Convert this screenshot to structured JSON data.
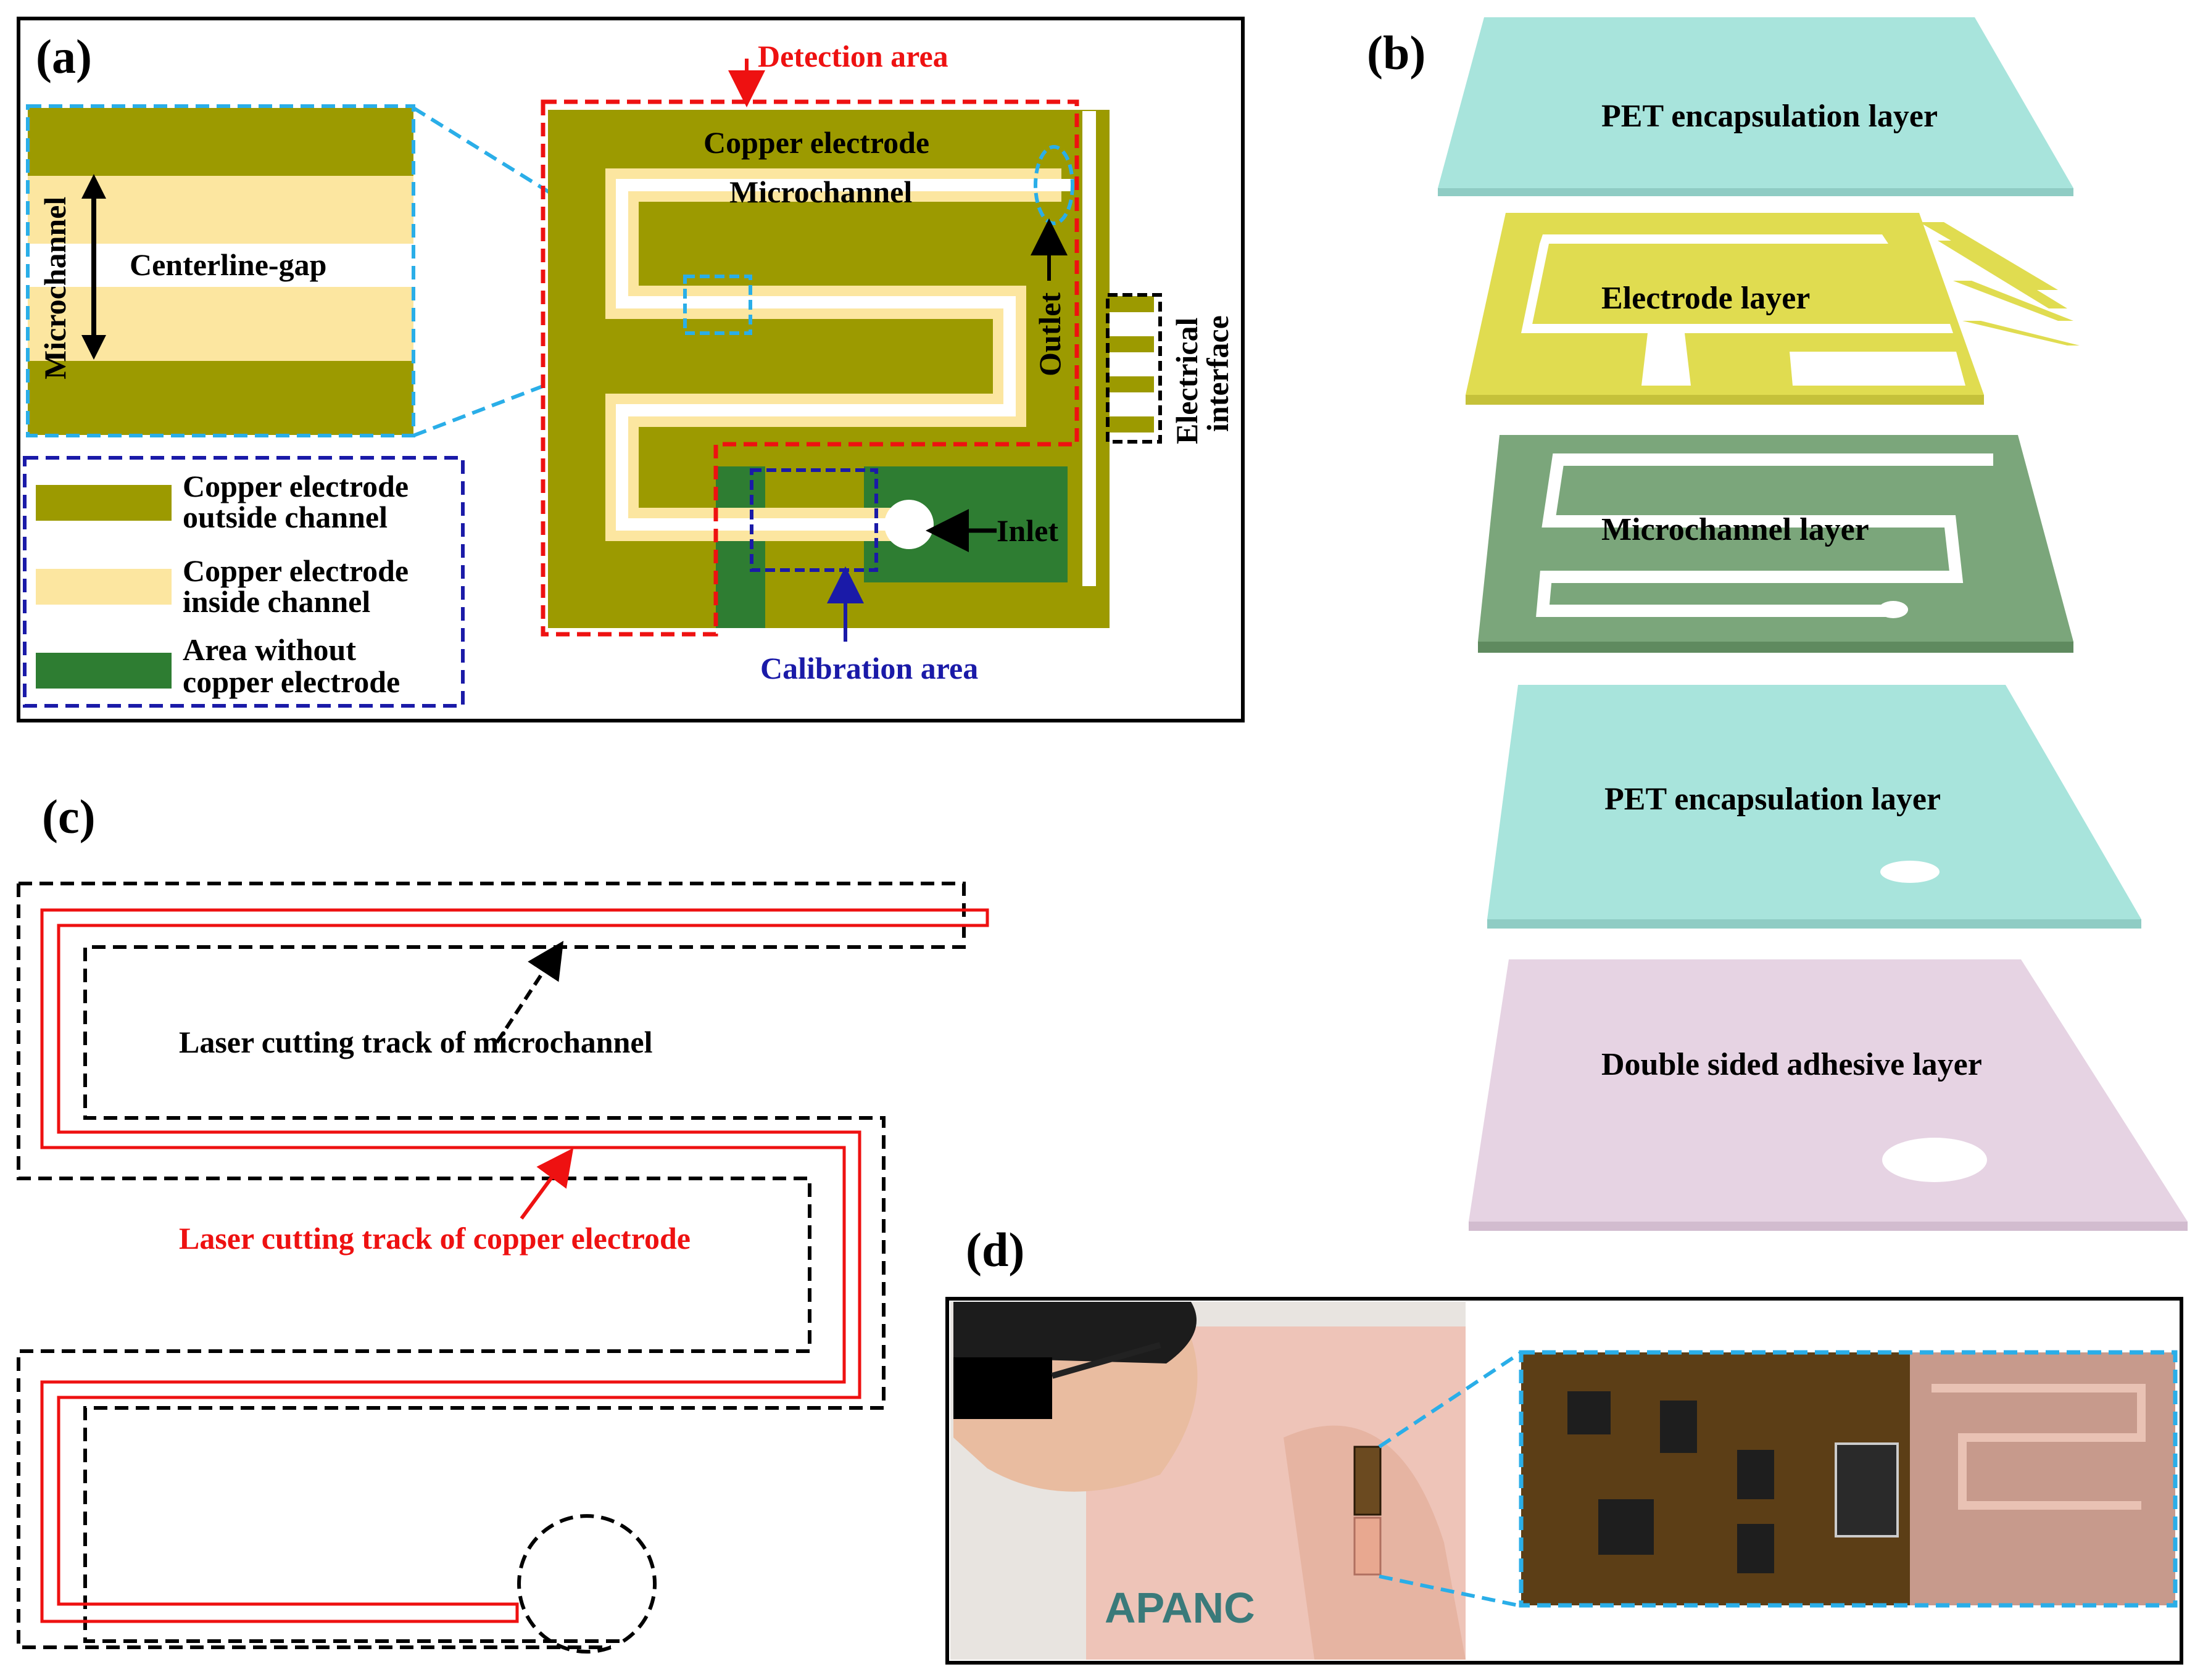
{
  "panels": {
    "a": {
      "label": "(a)",
      "detection_area": "Detection area",
      "copper_electrode": "Copper electrode",
      "microchannel": "Microchannel",
      "inset_microchannel": "Microchannel",
      "centerline_gap": "Centerline-gap",
      "outlet": "Outlet",
      "electrical_interface_line1": "Electrical",
      "electrical_interface_line2": "interface",
      "inlet": "Inlet",
      "calibration_area": "Calibration area",
      "legend": [
        {
          "line1": "Copper electrode",
          "line2": "outside channel",
          "color": "#9c9a00"
        },
        {
          "line1": "Copper electrode",
          "line2": "inside channel",
          "color": "#fce6a0"
        },
        {
          "line1": "Area without",
          "line2": "copper electrode",
          "color": "#2e7d32"
        }
      ]
    },
    "b": {
      "label": "(b)",
      "layers": [
        {
          "name": "PET encapsulation layer",
          "color": "#a8e4dc"
        },
        {
          "name": "Electrode layer",
          "color": "#e0dc50"
        },
        {
          "name": "Microchannel layer",
          "color": "#7ba67b"
        },
        {
          "name": "PET encapsulation layer",
          "color": "#a8e4dc"
        },
        {
          "name": "Double sided adhesive layer",
          "color": "#e6d3e3"
        }
      ]
    },
    "c": {
      "label": "(c)",
      "microchannel_track": "Laser cutting track of microchannel",
      "electrode_track": "Laser cutting track of copper electrode"
    },
    "d": {
      "label": "(d)",
      "shirt_text": "APANC"
    }
  },
  "colors": {
    "copper_outside": "#9c9a00",
    "copper_inside": "#fce6a0",
    "no_copper": "#2e7d32",
    "detection_red": "#ee1111",
    "calibration_blue": "#1a1aa8",
    "inset_cyan": "#2aaee8",
    "track_red": "#ee1111"
  }
}
